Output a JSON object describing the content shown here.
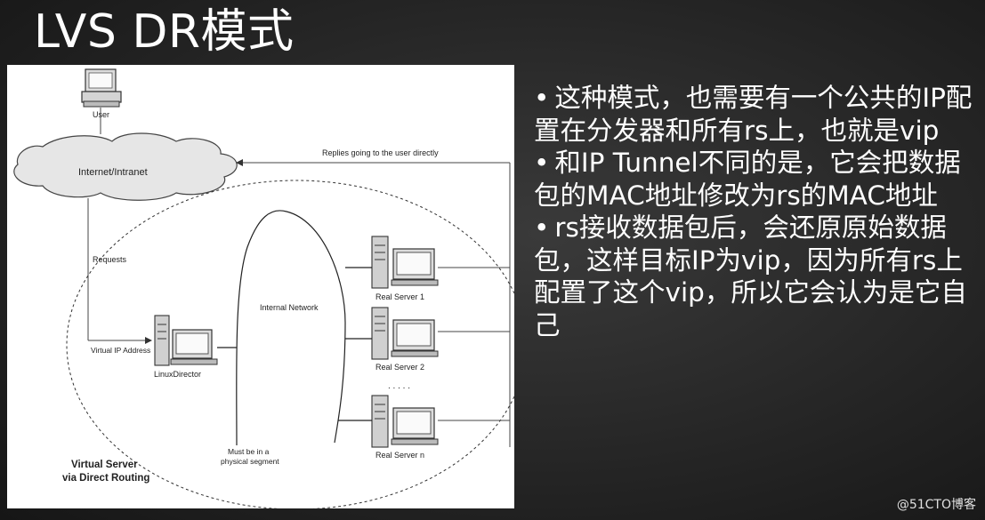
{
  "title": "LVS DR模式",
  "diagram": {
    "user_label": "User",
    "cloud_label": "Internet/Intranet",
    "replies_label": "Replies going to the user directly",
    "requests_label": "Requests",
    "internal_network_label": "Internal Network",
    "vip_label": "Virtual IP Address",
    "director_label": "LinuxDirector",
    "real_server_1": "Real Server 1",
    "real_server_2": "Real Server 2",
    "real_server_n": "Real Server n",
    "ellipsis": ". . . . .",
    "segment_label_1": "Must be in a",
    "segment_label_2": "physical segment",
    "caption_1": "Virtual Server",
    "caption_2": "via Direct Routing"
  },
  "bullets": [
    "这种模式，也需要有一个公共的IP配置在分发器和所有rs上，也就是vip",
    "和IP Tunnel不同的是，它会把数据包的MAC地址修改为rs的MAC地址",
    "rs接收数据包后，会还原原始数据包，这样目标IP为vip，因为所有rs上配置了这个vip，所以它会认为是它自己"
  ],
  "bullet_symbol": "•",
  "watermark": "@51CTO博客"
}
